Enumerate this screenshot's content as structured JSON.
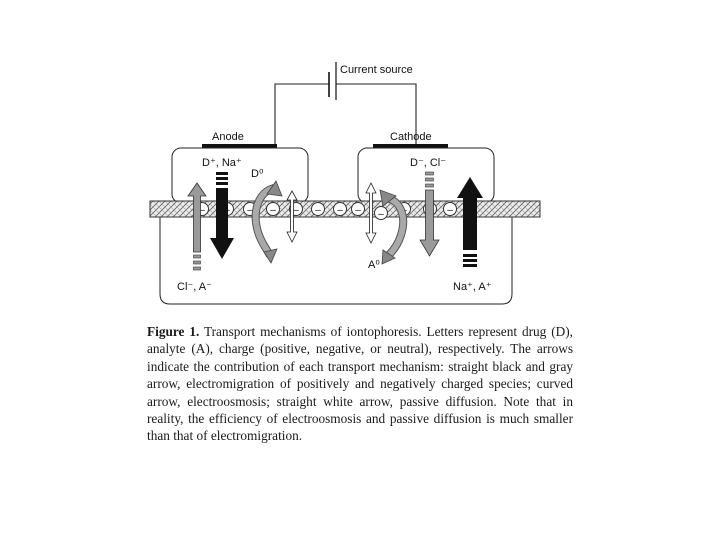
{
  "diagram": {
    "current_source": "Current source",
    "anode": "Anode",
    "cathode": "Cathode",
    "anode_species": "D⁺, Na⁺",
    "anode_neutral": "D⁰",
    "cathode_species": "D⁻, Cl⁻",
    "cathode_neutral": "A⁰",
    "lower_left_species": "Cl⁻, A⁻",
    "lower_right_species": "Na⁺, A⁺",
    "membrane_charge": "–"
  },
  "caption": {
    "label": "Figure 1.",
    "text": " Transport mechanisms of iontophoresis. Letters represent drug (D), analyte (A), charge (positive, negative, or neutral), respectively. The arrows indicate the contribution of each transport mechanism: straight black and gray arrow, electromigration of positively and negatively charged species; curved arrow, electroosmosis; straight white arrow, passive diffusion. Note that in reality, the efficiency of electroosmosis and passive diffusion is much smaller than that of electromigration."
  },
  "colors": {
    "black_arrow": "#111111",
    "gray_arrow": "#9a9a9a",
    "white_arrow": "#ffffff",
    "membrane_fill": "#e6e6e6"
  }
}
